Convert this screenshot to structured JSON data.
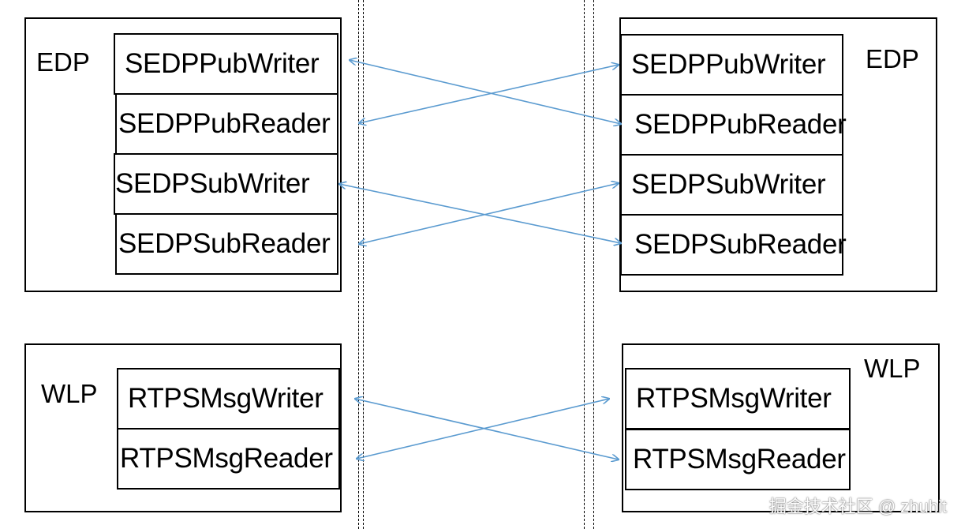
{
  "left": {
    "edp": {
      "title": "EDP",
      "items": [
        "SEDPPubWriter",
        "SEDPPubReader",
        "SEDPSubWriter",
        "SEDPSubReader"
      ]
    },
    "wlp": {
      "title": "WLP",
      "items": [
        "RTPSMsgWriter",
        "RTPSMsgReader"
      ]
    }
  },
  "right": {
    "edp": {
      "title": "EDP",
      "items": [
        "SEDPPubWriter",
        "SEDPPubReader",
        "SEDPSubWriter",
        "SEDPSubReader"
      ]
    },
    "wlp": {
      "title": "WLP",
      "items": [
        "RTPSMsgWriter",
        "RTPSMsgReader"
      ]
    }
  },
  "connections": [
    {
      "from": "left.SEDPPubWriter",
      "to": "right.SEDPPubReader"
    },
    {
      "from": "right.SEDPPubWriter",
      "to": "left.SEDPPubReader"
    },
    {
      "from": "left.SEDPSubWriter",
      "to": "right.SEDPSubReader"
    },
    {
      "from": "right.SEDPSubWriter",
      "to": "left.SEDPSubReader"
    },
    {
      "from": "left.RTPSMsgWriter",
      "to": "right.RTPSMsgReader"
    },
    {
      "from": "right.RTPSMsgWriter",
      "to": "left.RTPSMsgReader"
    }
  ],
  "colors": {
    "arrow": "#5b9bd0",
    "border": "#000000"
  },
  "watermark": "掘金技术社区 @ zhuhit"
}
